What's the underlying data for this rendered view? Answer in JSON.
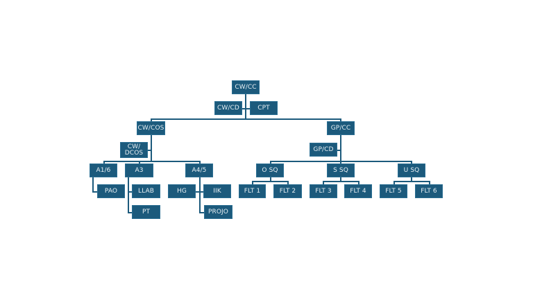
{
  "colors": {
    "node_fill": "#1c5a7c",
    "node_text": "#e8f0f4",
    "connector": "#1c5a7c",
    "background": "#ffffff"
  },
  "org_chart": {
    "root": "CW/CC",
    "root_assistants": [
      "CW/CD",
      "CPT"
    ],
    "branches": {
      "left": {
        "head": "CW/COS",
        "deputy": "CW/DCOS",
        "units": [
          {
            "label": "A1/6",
            "children": [
              "PAO"
            ]
          },
          {
            "label": "A3",
            "children": [
              "LLAB",
              "PT"
            ]
          },
          {
            "label": "A4/5",
            "children": [
              "HG",
              "IIK",
              "PROJO"
            ]
          }
        ]
      },
      "right": {
        "head": "GP/CC",
        "deputy": "GP/CD",
        "units": [
          {
            "label": "O SQ",
            "children": [
              "FLT 1",
              "FLT 2"
            ]
          },
          {
            "label": "S SQ",
            "children": [
              "FLT 3",
              "FLT 4"
            ]
          },
          {
            "label": "U SQ",
            "children": [
              "FLT 5",
              "FLT 6"
            ]
          }
        ]
      }
    }
  },
  "nodes": {
    "cwcc": "CW/CC",
    "cwcd": "CW/CD",
    "cpt": "CPT",
    "cwcos": "CW/COS",
    "cwdcos": "CW/\nDCOS",
    "a16": "A1/6",
    "a3": "A3",
    "a45": "A4/5",
    "pao": "PAO",
    "llab": "LLAB",
    "pt": "PT",
    "hg": "HG",
    "iik": "IIK",
    "projo": "PROJO",
    "gpcc": "GP/CC",
    "gpcd": "GP/CD",
    "osq": "O SQ",
    "ssq": "S SQ",
    "usq": "U SQ",
    "flt1": "FLT 1",
    "flt2": "FLT 2",
    "flt3": "FLT 3",
    "flt4": "FLT 4",
    "flt5": "FLT 5",
    "flt6": "FLT 6"
  }
}
